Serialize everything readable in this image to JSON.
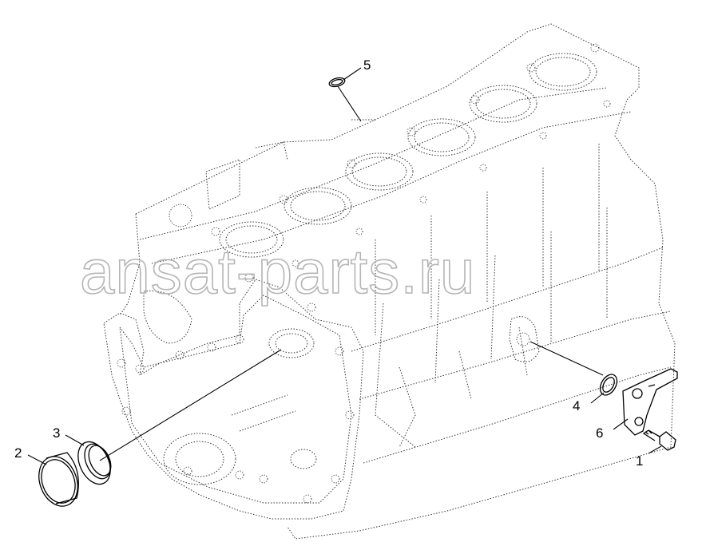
{
  "diagram": {
    "watermark": "ansat-parts.ru",
    "callouts": [
      {
        "id": "1",
        "label": "1"
      },
      {
        "id": "2",
        "label": "2"
      },
      {
        "id": "3",
        "label": "3"
      },
      {
        "id": "4",
        "label": "4"
      },
      {
        "id": "5",
        "label": "5"
      },
      {
        "id": "6",
        "label": "6"
      }
    ]
  }
}
